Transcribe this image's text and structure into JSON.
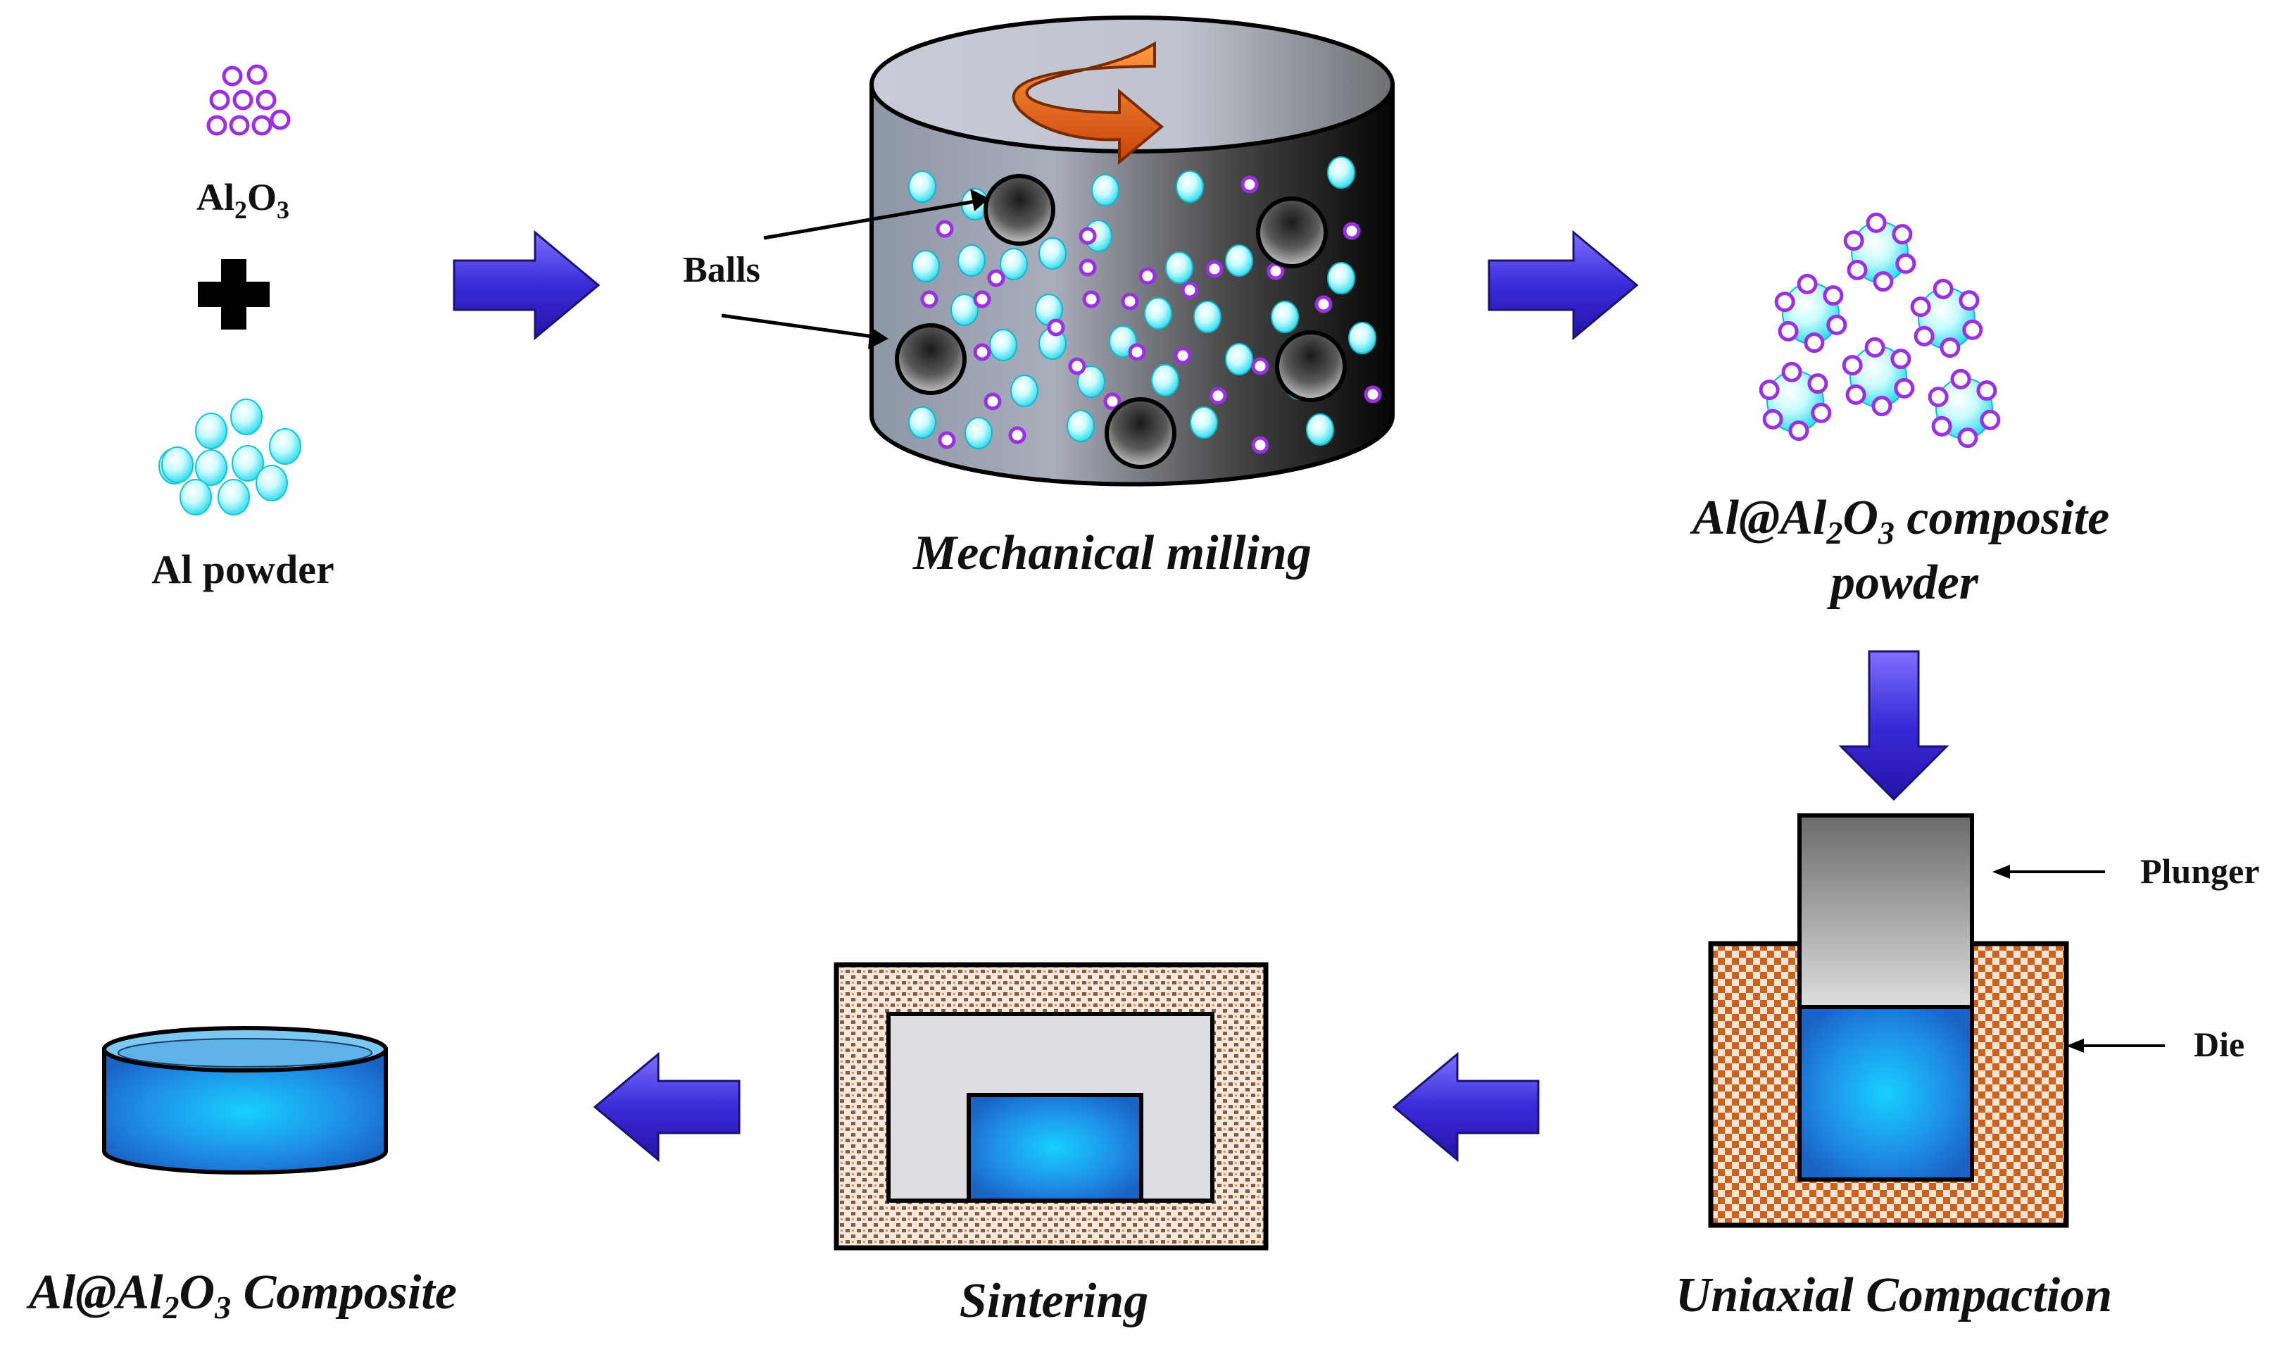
{
  "inputs": {
    "oxide_label": {
      "base1": "Al",
      "sub1": "2",
      "base2": "O",
      "sub2": "3"
    },
    "plus_symbol": "+",
    "metal_label": "Al powder"
  },
  "milling": {
    "balls_label": "Balls",
    "caption": "Mechanical milling"
  },
  "composite_powder": {
    "caption_line1": {
      "a": "Al@Al",
      "sub1": "2",
      "b": "O",
      "sub2": "3",
      "c": " composite"
    },
    "caption_line2": "powder"
  },
  "compaction": {
    "plunger_label": "Plunger",
    "die_label": "Die",
    "caption": "Uniaxial Compaction"
  },
  "sintering": {
    "caption": "Sintering"
  },
  "final_product": {
    "caption": {
      "a": "Al@Al",
      "sub1": "2",
      "b": "O",
      "sub2": "3",
      "c": " Composite"
    }
  },
  "colors": {
    "arrow": "#3a2ad8",
    "oxide_particle": "#9b30e0",
    "al_particle": "#28e6f0",
    "rotation_arrow": "#e8641a",
    "product_blue": "#1e90e8",
    "die_brown": "#c8621e"
  }
}
